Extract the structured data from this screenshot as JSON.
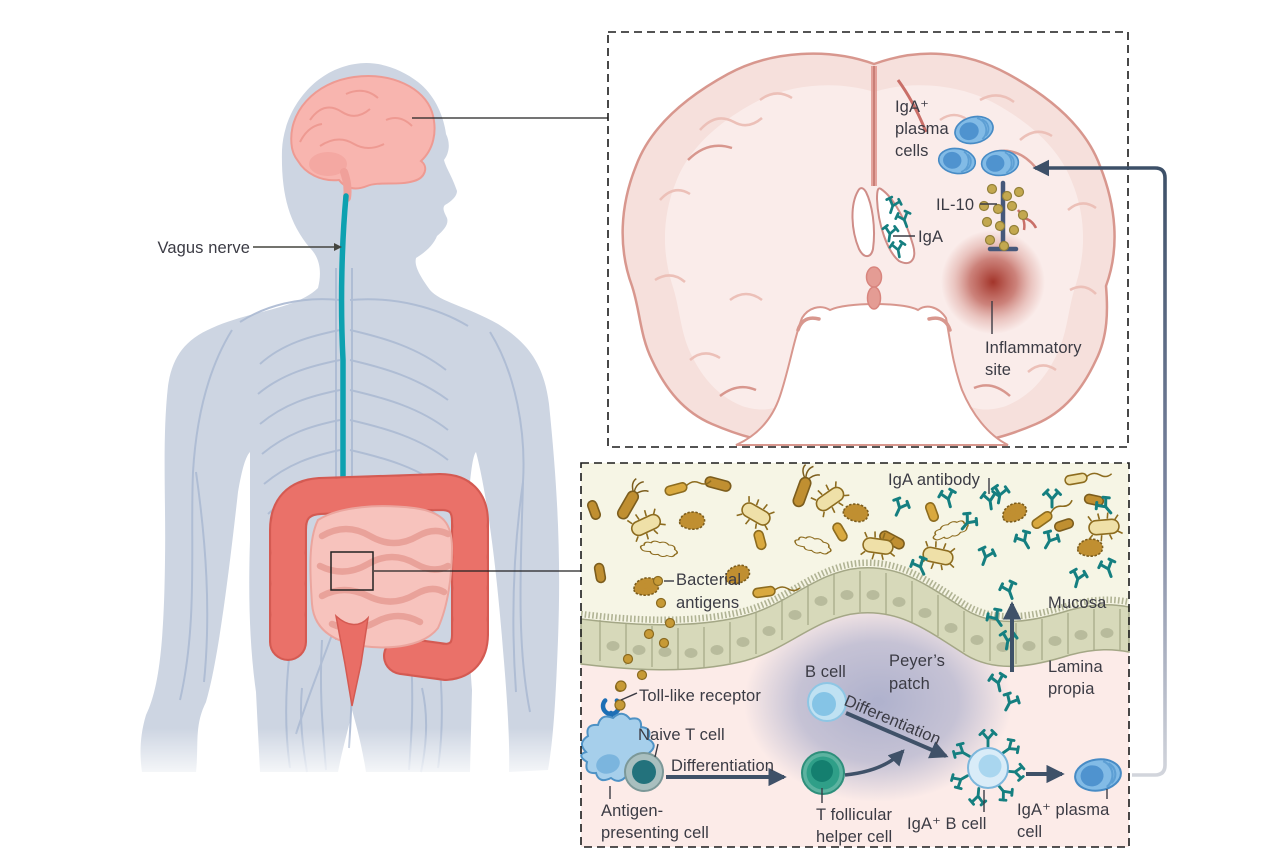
{
  "figure_type": "scientific-illustration",
  "topic": "Gut-brain axis: IgA+ plasma cells from gut Peyer's patches suppress brain inflammation",
  "body_panel": {
    "vagus_nerve_label": "Vagus nerve"
  },
  "brain_panel": {
    "plasma_cells_label": [
      "IgA⁺",
      "plasma",
      "cells"
    ],
    "il10_label": "IL-10",
    "iga_label": "IgA",
    "inflammatory_site_label": [
      "Inflammatory",
      "site"
    ]
  },
  "gut_panel": {
    "iga_antibody_label": "IgA antibody",
    "bacterial_antigens_label": [
      "Bacterial",
      "antigens"
    ],
    "mucosa_label": "Mucosa",
    "lamina_propria_label": [
      "Lamina",
      "propia"
    ],
    "peyers_patch_label": [
      "Peyer’s",
      "patch"
    ],
    "b_cell_label": "B cell",
    "differentiation_b_cell_label": "Differentiation",
    "toll_like_receptor_label": "Toll-like receptor",
    "naive_t_cell_label": "Naive T cell",
    "differentiation_t_cell_label": "Differentiation",
    "antigen_presenting_cell_label": [
      "Antigen-",
      "presenting cell"
    ],
    "t_follicular_helper_cell_label": [
      "T follicular",
      "helper cell"
    ],
    "iga_b_cell_label": "IgA⁺ B cell",
    "iga_plasma_cell_label": [
      "IgA⁺ plasma",
      "cell"
    ]
  },
  "colors": {
    "body_silhouette": "#cdd5e2",
    "nerves": "#aebcd4",
    "vagus_nerve": "#0da1b0",
    "brain_pink": "#f8b5af",
    "colon": "#ee837a",
    "small_intestine": "#f7c3bd",
    "brain_section": "#f6e0dc",
    "inflammation_red": "#a6352a",
    "plasma_cell_blue": "#82bbe6",
    "iga_antibody_teal": "#157f80",
    "bacteria_gold": "#c08f31",
    "antigen_gold": "#c79a36",
    "il10_gold": "#c3a84f",
    "epithelium": "#d7d9ba",
    "lumen": "#f6f5e5",
    "lamina_propria": "#fcebe8",
    "peyers_patch": "#9ba3c6",
    "arrow_slate": "#3f5168",
    "text": "#3b3b44"
  }
}
